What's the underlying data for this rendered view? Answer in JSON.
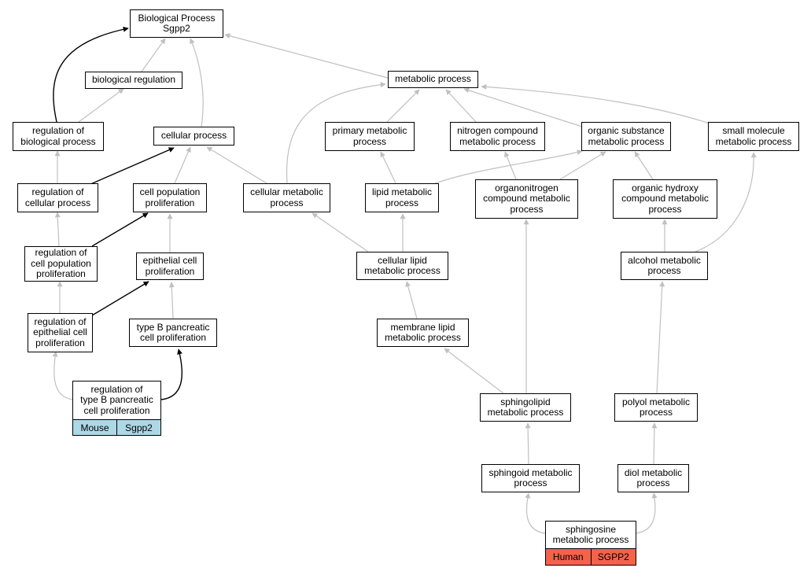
{
  "colors": {
    "edge_gray": "#c0c0c0",
    "edge_black": "#000000",
    "mouse_fill": "#add8e6",
    "human_fill": "#f4624a"
  },
  "nodes": {
    "bp": "Biological Process\nSgpp2",
    "biological_regulation": "biological regulation",
    "metabolic_process": "metabolic process",
    "regulation_of_biological_process": "regulation of\nbiological process",
    "cellular_process": "cellular process",
    "primary_metabolic_process": "primary metabolic\nprocess",
    "nitrogen_compound_metabolic_process": "nitrogen compound\nmetabolic process",
    "organic_substance_metabolic_process": "organic substance\nmetabolic process",
    "small_molecule_metabolic_process": "small molecule\nmetabolic process",
    "regulation_of_cellular_process": "regulation of\ncellular process",
    "cell_population_proliferation": "cell population\nproliferation",
    "cellular_metabolic_process": "cellular metabolic\nprocess",
    "lipid_metabolic_process": "lipid metabolic\nprocess",
    "organonitrogen_compound_metabolic_process": "organonitrogen\ncompound metabolic\nprocess",
    "organic_hydroxy_compound_metabolic_process": "organic hydroxy\ncompound metabolic\nprocess",
    "regulation_of_cell_population_proliferation": "regulation of\ncell population\nproliferation",
    "epithelial_cell_proliferation": "epithelial cell\nproliferation",
    "cellular_lipid_metabolic_process": "cellular lipid\nmetabolic process",
    "alcohol_metabolic_process": "alcohol metabolic\nprocess",
    "regulation_of_epithelial_cell_proliferation": "regulation of\nepithelial cell\nproliferation",
    "type_b_pancreatic_cell_proliferation": "type B pancreatic\ncell proliferation",
    "membrane_lipid_metabolic_process": "membrane lipid\nmetabolic process",
    "regulation_of_type_b_pancreatic_cell_proliferation": "regulation of\ntype B pancreatic\ncell proliferation",
    "sphingolipid_metabolic_process": "sphingolipid\nmetabolic process",
    "polyol_metabolic_process": "polyol metabolic\nprocess",
    "sphingoid_metabolic_process": "sphingoid metabolic\nprocess",
    "diol_metabolic_process": "diol metabolic\nprocess",
    "sphingosine_metabolic_process": "sphingosine\nmetabolic process"
  },
  "tags": {
    "mouse": {
      "species": "Mouse",
      "gene": "Sgpp2"
    },
    "human": {
      "species": "Human",
      "gene": "SGPP2"
    }
  }
}
